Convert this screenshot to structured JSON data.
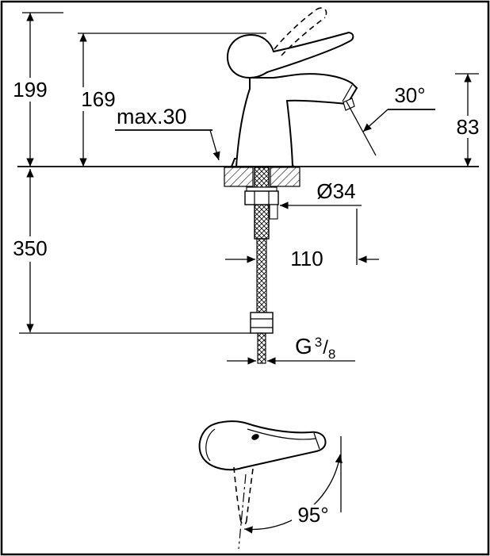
{
  "drawing": {
    "dims": {
      "total_height": "199",
      "body_height": "169",
      "max_deck_thickness": "max.30",
      "spout_angle": "30°",
      "spout_height": "83",
      "hose_length": "350",
      "hole_diameter": "Ø34",
      "spout_reach": "110",
      "thread_G": "G",
      "thread_sup": "3",
      "thread_slash": "/",
      "thread_sub": "8",
      "handle_swing": "95°"
    }
  }
}
